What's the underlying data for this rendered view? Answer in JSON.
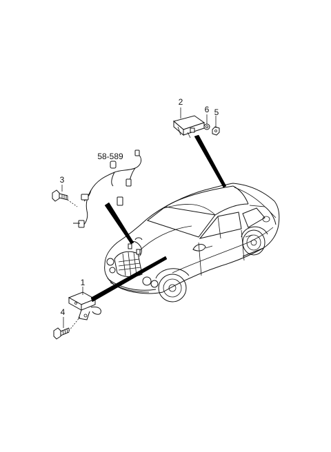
{
  "callouts": {
    "part_1": "1",
    "part_2": "2",
    "part_3": "3",
    "part_4": "4",
    "part_5": "5",
    "part_6": "6",
    "ref_wiring": "58-589"
  }
}
